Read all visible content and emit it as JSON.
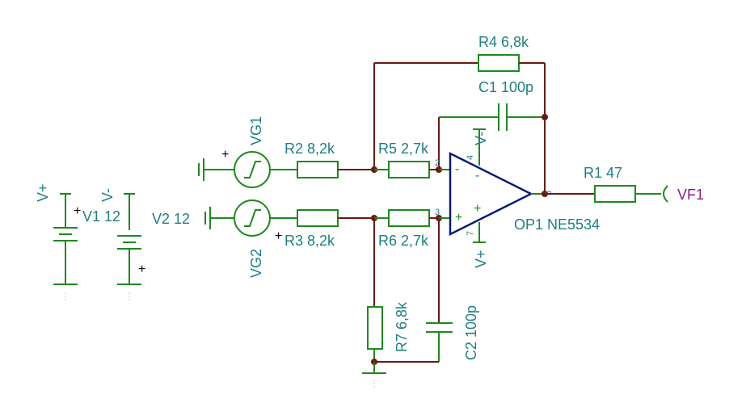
{
  "components": {
    "r4": "R4 6,8k",
    "c1": "C1 100p",
    "r2": "R2 8,2k",
    "r5": "R5 2,7k",
    "r3": "R3 8,2k",
    "r6": "R6 2,7k",
    "r1": "R1 47",
    "r7": "R7 6,8k",
    "c2": "C2 100p",
    "vg1": "VG1",
    "vg2": "VG2",
    "v1": "V1 12",
    "v2": "V2 12",
    "op1": "OP1 NE5534",
    "vf1": "VF1"
  },
  "rails": {
    "vplus_left": "V+",
    "vminus_left": "V-",
    "vminus_op": "V-",
    "vplus_op": "V+"
  },
  "pins": {
    "p2": "2",
    "p3": "3",
    "p4": "4",
    "p6": "6",
    "p7": "7"
  },
  "symbols": {
    "plus": "+",
    "minus": "-"
  }
}
